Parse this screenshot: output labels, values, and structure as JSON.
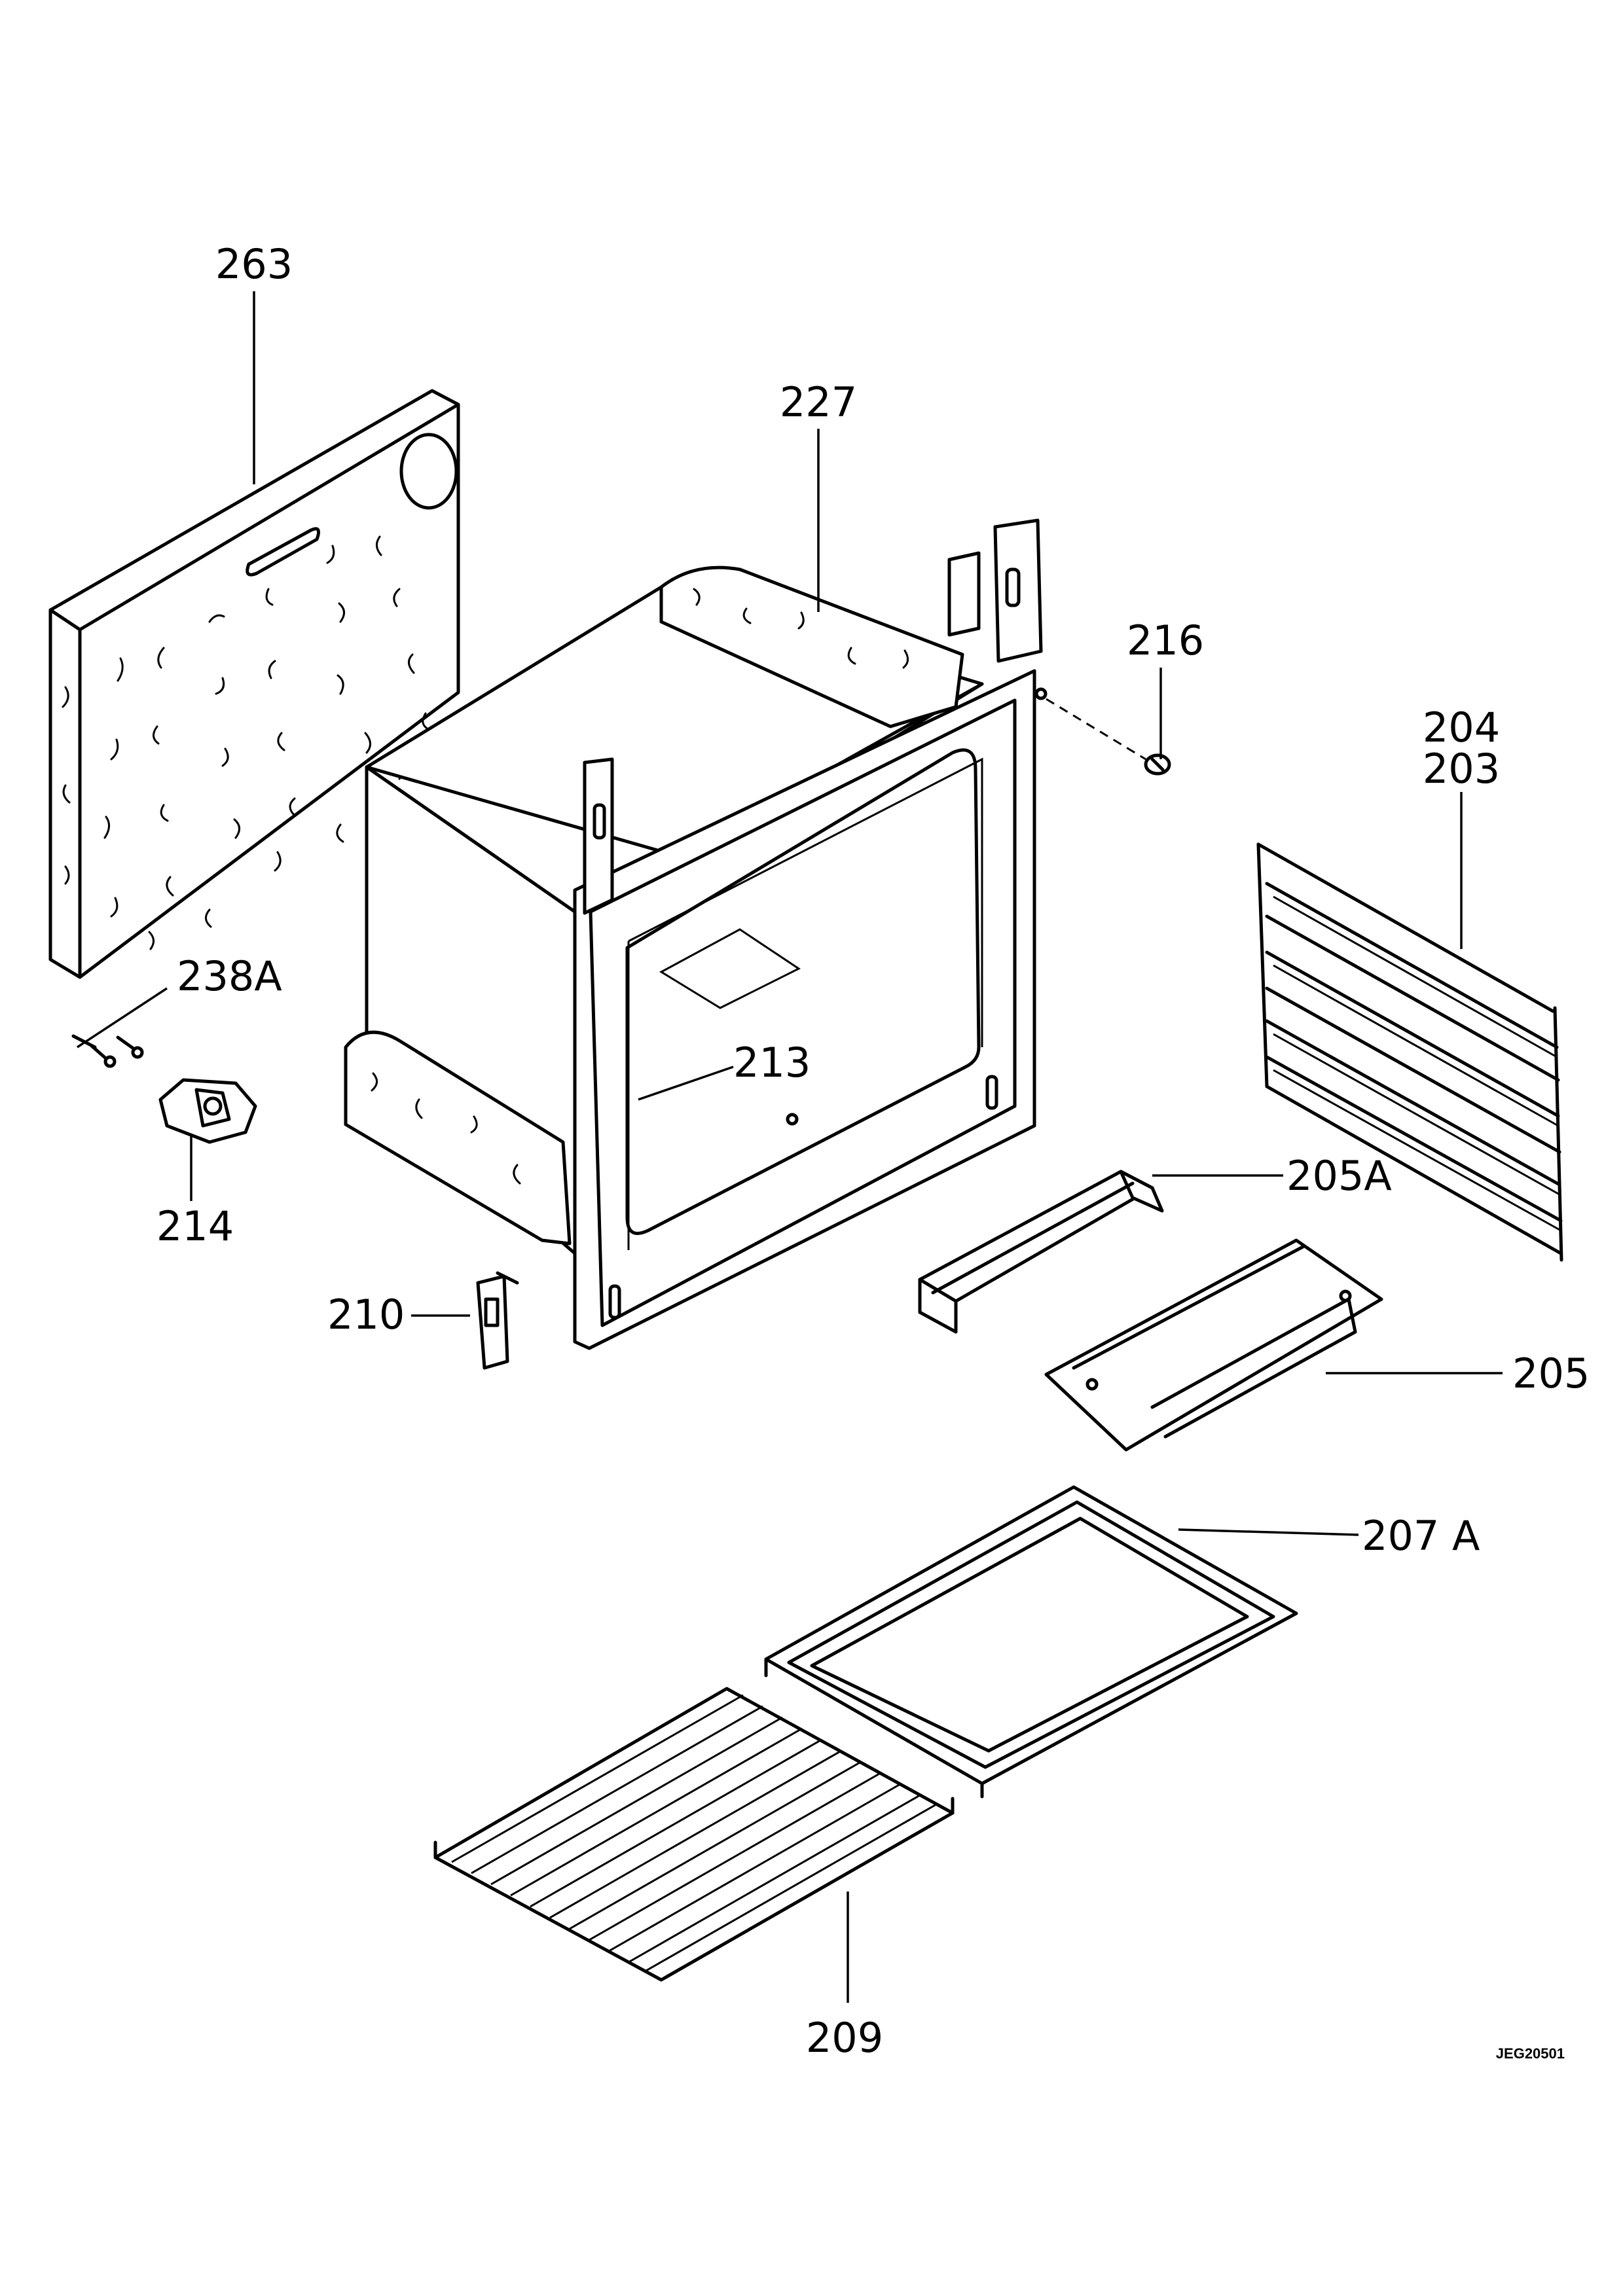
{
  "diagram": {
    "labels": {
      "263": "263",
      "227": "227",
      "216": "216",
      "204": "204",
      "203": "203",
      "238A": "238A",
      "213": "213",
      "214": "214",
      "205A": "205A",
      "210": "210",
      "205": "205",
      "207A": "207 A",
      "209": "209"
    },
    "reference_code": "JEG20501"
  }
}
